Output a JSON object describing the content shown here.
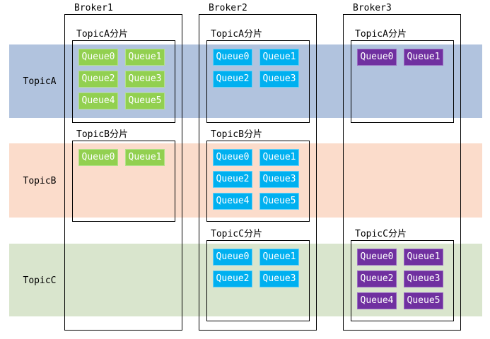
{
  "colors": {
    "band_a": "#b1c3de",
    "band_b": "#fbdccb",
    "band_c": "#d9e5cd",
    "queue_schemes": {
      "green": {
        "bg": "#92d050",
        "border": "#b2e288"
      },
      "blue": {
        "bg": "#00b0f0",
        "border": "#66d0f7"
      },
      "purple": {
        "bg": "#7030a0",
        "border": "#9a6cc3"
      }
    }
  },
  "bands": [
    {
      "id": "a",
      "label": "TopicA"
    },
    {
      "id": "b",
      "label": "TopicB"
    },
    {
      "id": "c",
      "label": "TopicC"
    }
  ],
  "brokers": [
    {
      "label": "Broker1",
      "shards": [
        {
          "label": "TopicA分片",
          "topic": "a",
          "scheme": "green",
          "queues": [
            "Queue0",
            "Queue1",
            "Queue2",
            "Queue3",
            "Queue4",
            "Queue5"
          ]
        },
        {
          "label": "TopicB分片",
          "topic": "b",
          "scheme": "green",
          "queues": [
            "Queue0",
            "Queue1"
          ]
        }
      ]
    },
    {
      "label": "Broker2",
      "shards": [
        {
          "label": "TopicA分片",
          "topic": "a",
          "scheme": "blue",
          "queues": [
            "Queue0",
            "Queue1",
            "Queue2",
            "Queue3"
          ]
        },
        {
          "label": "TopicB分片",
          "topic": "b",
          "scheme": "blue",
          "queues": [
            "Queue0",
            "Queue1",
            "Queue2",
            "Queue3",
            "Queue4",
            "Queue5"
          ]
        },
        {
          "label": "TopicC分片",
          "topic": "c",
          "scheme": "blue",
          "queues": [
            "Queue0",
            "Queue1",
            "Queue2",
            "Queue3"
          ]
        }
      ]
    },
    {
      "label": "Broker3",
      "shards": [
        {
          "label": "TopicA分片",
          "topic": "a",
          "scheme": "purple",
          "queues": [
            "Queue0",
            "Queue1"
          ]
        },
        {
          "label": "TopicC分片",
          "topic": "c",
          "scheme": "purple",
          "queues": [
            "Queue0",
            "Queue1",
            "Queue2",
            "Queue3",
            "Queue4",
            "Queue5"
          ]
        }
      ]
    }
  ]
}
